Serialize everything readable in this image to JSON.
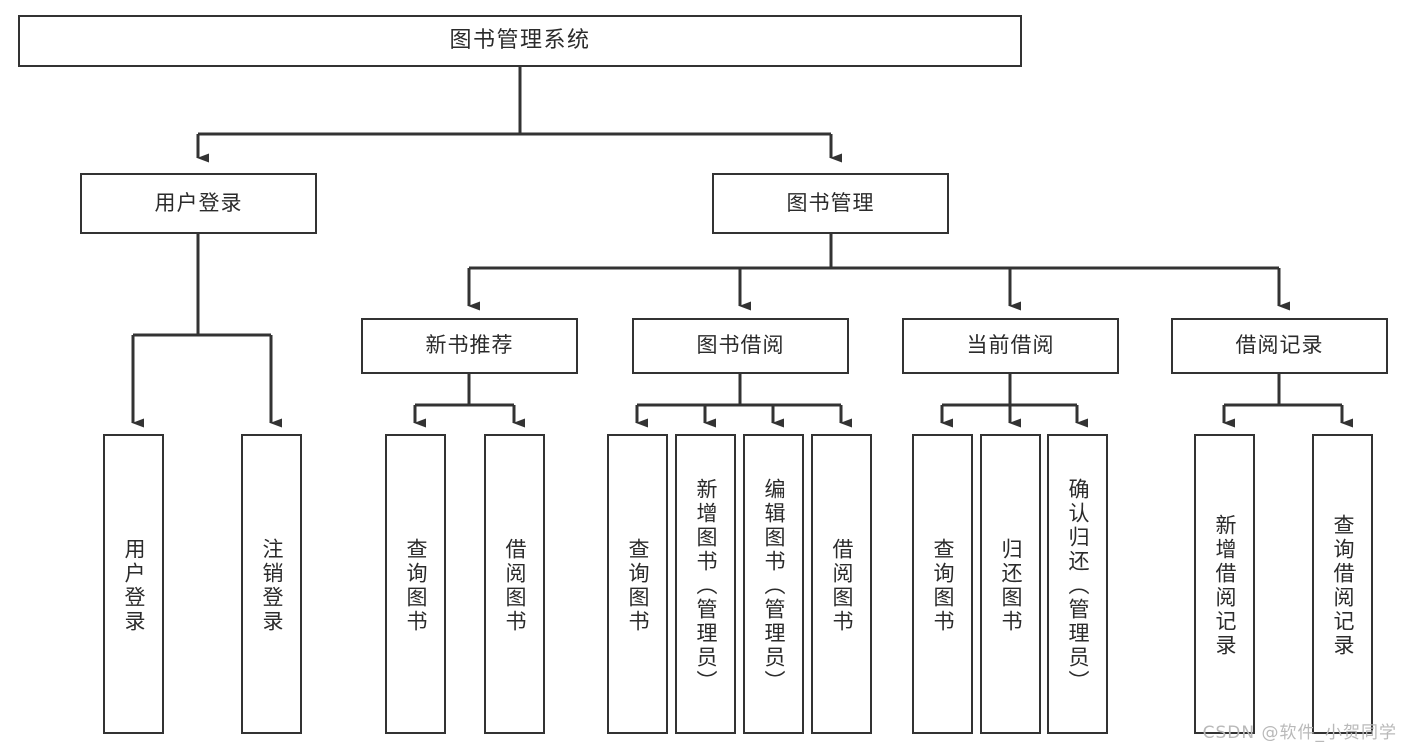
{
  "diagram": {
    "title": "图书管理系统",
    "type": "tree",
    "watermark": "CSDN @软件_小贺同学",
    "colors": {
      "box_border": "#333333",
      "box_fill": "#ffffff",
      "text": "#2b2b2b",
      "edge": "#333333",
      "watermark": "#b9b9b9",
      "background": "#ffffff"
    },
    "nodes": {
      "root": {
        "label": "图书管理系统"
      },
      "level2": [
        {
          "id": "user-login",
          "label": "用户登录"
        },
        {
          "id": "book-manage",
          "label": "图书管理"
        }
      ],
      "level3": [
        {
          "id": "new-book-recommend",
          "label": "新书推荐"
        },
        {
          "id": "book-borrow",
          "label": "图书借阅"
        },
        {
          "id": "current-borrow",
          "label": "当前借阅"
        },
        {
          "id": "borrow-record",
          "label": "借阅记录"
        }
      ],
      "leaves": {
        "user-login": [
          {
            "id": "leaf-user-login",
            "label": "用户登录"
          },
          {
            "id": "leaf-logout-login",
            "label": "注销登录"
          }
        ],
        "new-book-recommend": [
          {
            "id": "leaf-query-book-1",
            "label": "查询图书"
          },
          {
            "id": "leaf-borrow-book-1",
            "label": "借阅图书"
          }
        ],
        "book-borrow": [
          {
            "id": "leaf-query-book-2",
            "label": "查询图书"
          },
          {
            "id": "leaf-add-book",
            "label": "新增图书（管理员）"
          },
          {
            "id": "leaf-edit-book",
            "label": "编辑图书（管理员）"
          },
          {
            "id": "leaf-borrow-book-2",
            "label": "借阅图书"
          }
        ],
        "current-borrow": [
          {
            "id": "leaf-query-book-3",
            "label": "查询图书"
          },
          {
            "id": "leaf-return-book",
            "label": "归还图书"
          },
          {
            "id": "leaf-confirm-return",
            "label": "确认归还（管理员）"
          }
        ],
        "borrow-record": [
          {
            "id": "leaf-add-record",
            "label": "新增借阅记录"
          },
          {
            "id": "leaf-query-record",
            "label": "查询借阅记录"
          }
        ]
      }
    }
  }
}
